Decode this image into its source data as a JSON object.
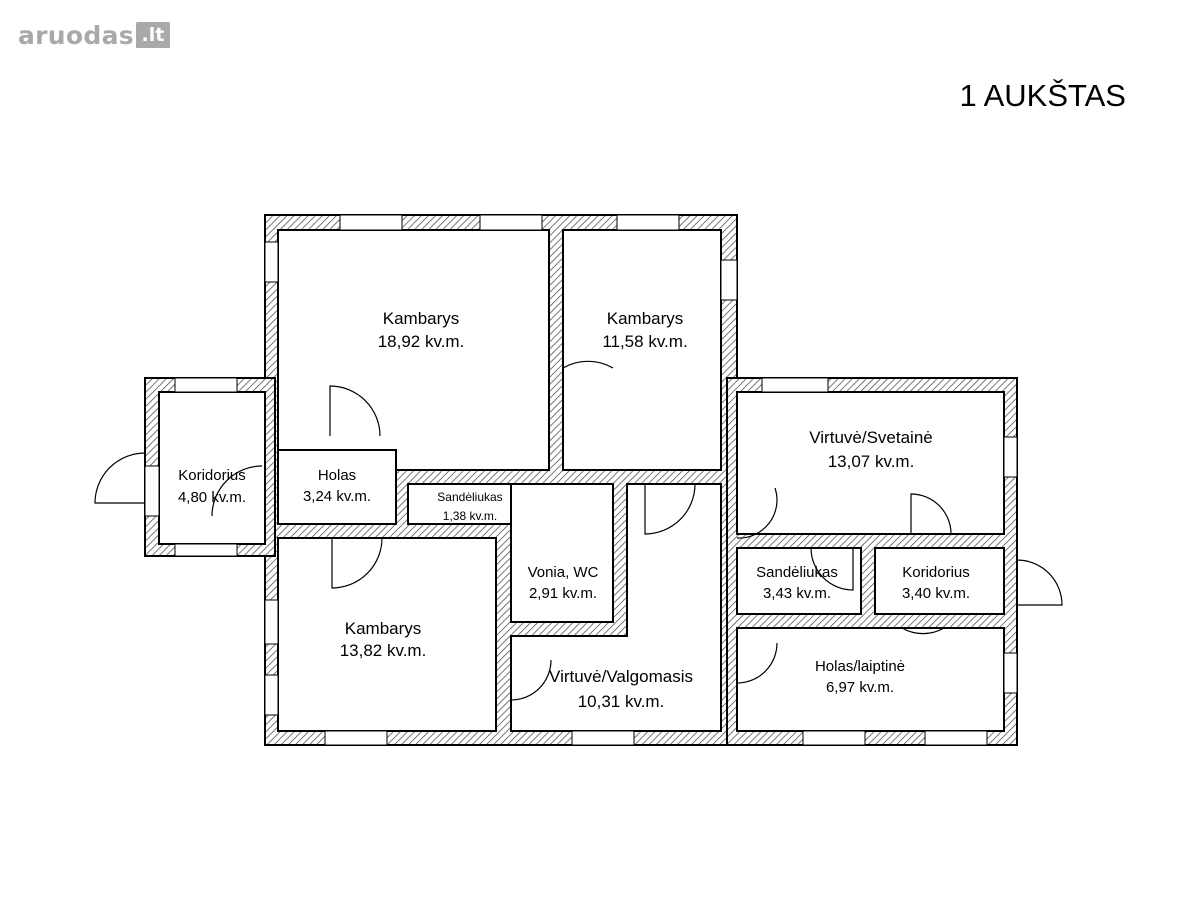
{
  "logo": {
    "text": "aruodas",
    "badge": ".lt"
  },
  "title": "1 AUKŠTAS",
  "rooms": [
    {
      "name": "Kambarys",
      "area": "18,92 kv.m."
    },
    {
      "name": "Kambarys",
      "area": "11,58 kv.m."
    },
    {
      "name": "Koridorius",
      "area": "4,80 kv.m."
    },
    {
      "name": "Holas",
      "area": "3,24 kv.m."
    },
    {
      "name": "Sandėliukas",
      "area": "1,38 kv.m."
    },
    {
      "name": "Vonia, WC",
      "area": "2,91 kv.m."
    },
    {
      "name": "Virtuvė/Svetainė",
      "area": "13,07 kv.m."
    },
    {
      "name": "Sandėliukas",
      "area": "3,43 kv.m."
    },
    {
      "name": "Koridorius",
      "area": "3,40 kv.m."
    },
    {
      "name": "Kambarys",
      "area": "13,82 kv.m."
    },
    {
      "name": "Virtuvė/Valgomasis",
      "area": "10,31 kv.m."
    },
    {
      "name": "Holas/laiptinė",
      "area": "6,97 kv.m."
    }
  ],
  "colors": {
    "wall": "#000000",
    "hatch": "#555555",
    "background": "#ffffff",
    "logo": "#a9a9a9"
  }
}
